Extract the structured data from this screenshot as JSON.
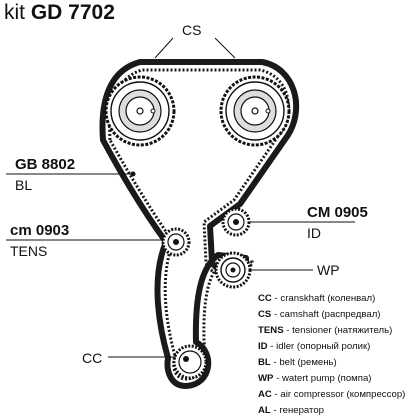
{
  "title": {
    "prefix": "kit",
    "code": "GD 7702"
  },
  "parts": {
    "cs": "CS",
    "belt_code": "GB 8802",
    "belt": "BL",
    "tens_code": "cm 0903",
    "tens": "TENS",
    "idler_code": "CM 0905",
    "idler": "ID",
    "wp": "WP",
    "cc": "CC"
  },
  "legend": [
    {
      "abbr": "CC",
      "text": "cranskhaft (коленвал)"
    },
    {
      "abbr": "CS",
      "text": "camshaft (распредвал)"
    },
    {
      "abbr": "TENS",
      "text": "tensioner (натяжитель)"
    },
    {
      "abbr": "ID",
      "text": "idler (опорный ролик)"
    },
    {
      "abbr": "BL",
      "text": "belt (ремень)"
    },
    {
      "abbr": "WP",
      "text": "watert pump (помпа)"
    },
    {
      "abbr": "AC",
      "text": "air compressor (компрессор)"
    },
    {
      "abbr": "AL",
      "text": "генератор"
    }
  ],
  "colors": {
    "ink": "#111111",
    "belt": "#1a1a1a",
    "rim": "#dddddd",
    "background": "#ffffff"
  }
}
